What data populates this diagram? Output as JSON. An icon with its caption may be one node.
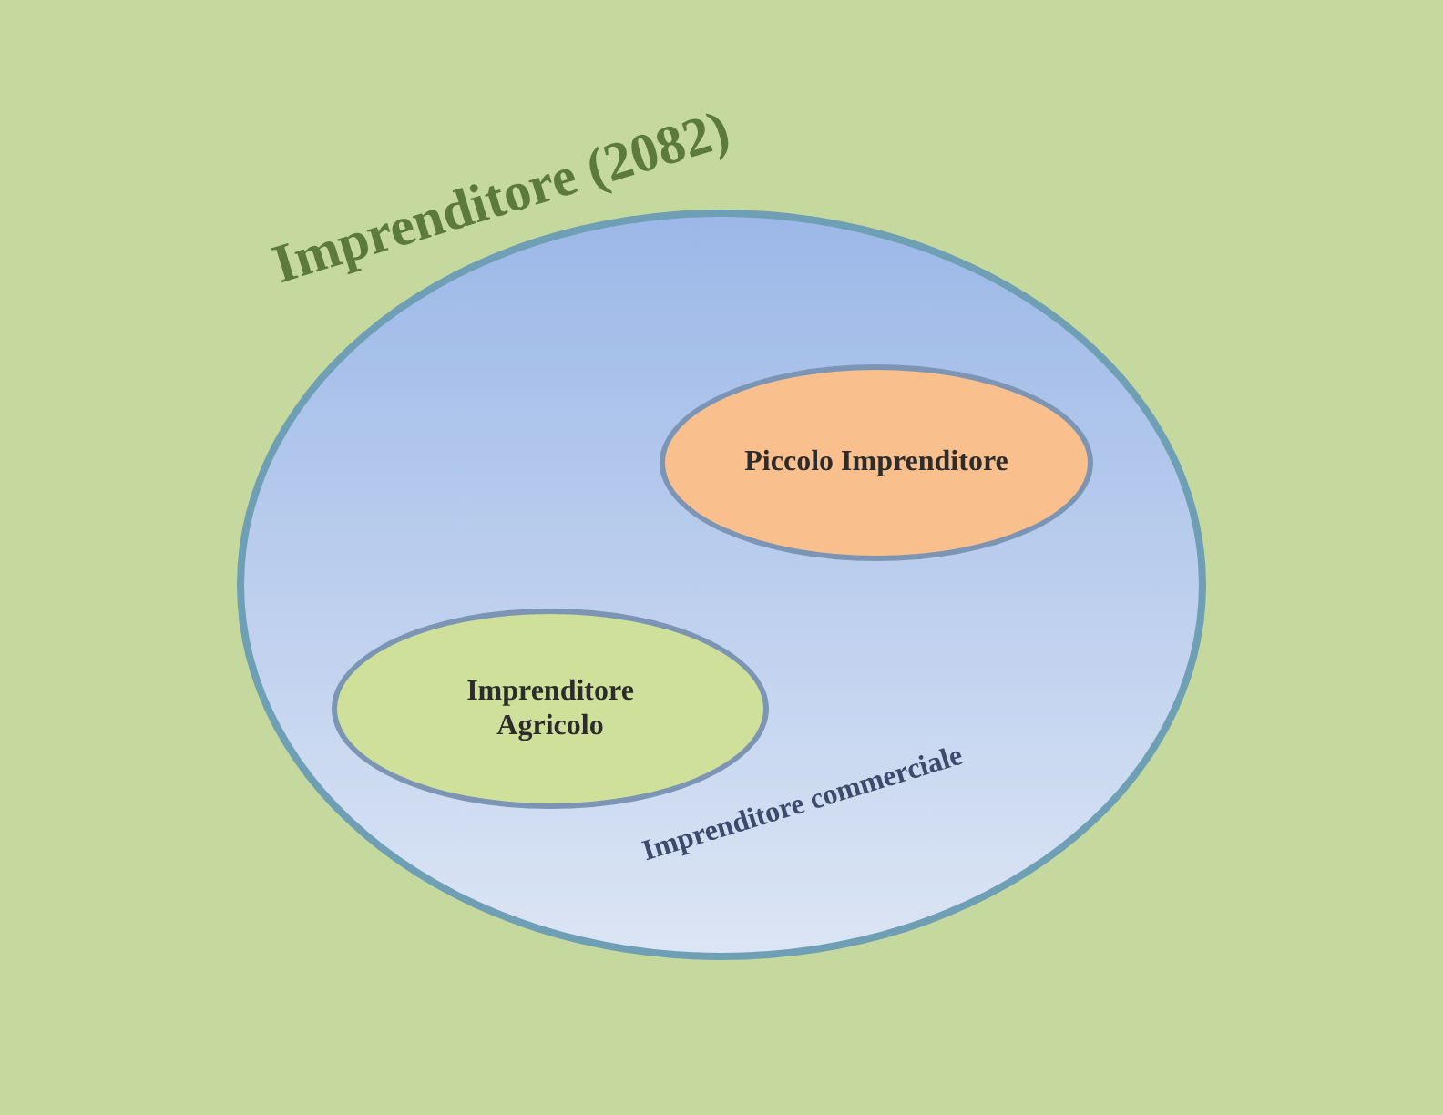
{
  "diagram": {
    "nodes": [
      {
        "text": [
          "Imprenditore (2082)",
          "Imprenditore commerciale"
        ]
      },
      {
        "text": [
          "Piccolo Imprenditore"
        ],
        "in": 0
      },
      {
        "text": [
          "Imprenditore Agricolo"
        ],
        "in": 0
      }
    ]
  }
}
